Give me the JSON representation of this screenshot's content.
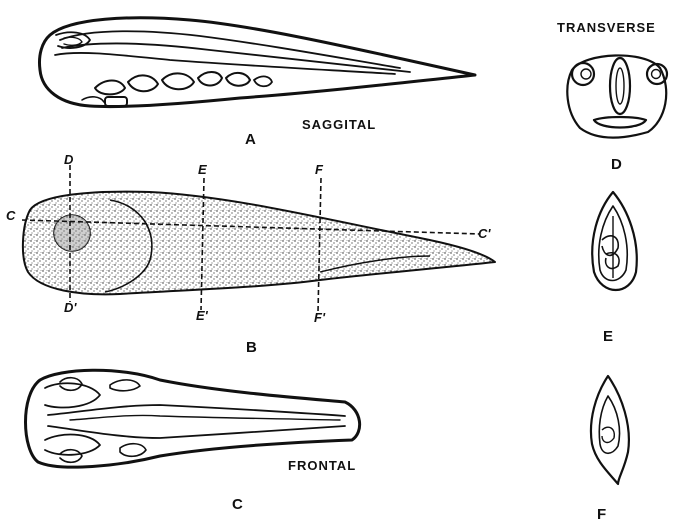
{
  "titles": {
    "saggital": "SAGGITAL",
    "transverse": "TRANSVERSE",
    "frontal": "FRONTAL"
  },
  "figure_letters": {
    "a": "A",
    "b": "B",
    "c": "C",
    "d": "D",
    "e": "E",
    "f": "F"
  },
  "plane_labels": {
    "d_top": "D",
    "d_bottom": "D'",
    "e_top": "E",
    "e_bottom": "E'",
    "f_top": "F",
    "f_bottom": "F'",
    "c_left": "C",
    "c_right": "C'"
  }
}
